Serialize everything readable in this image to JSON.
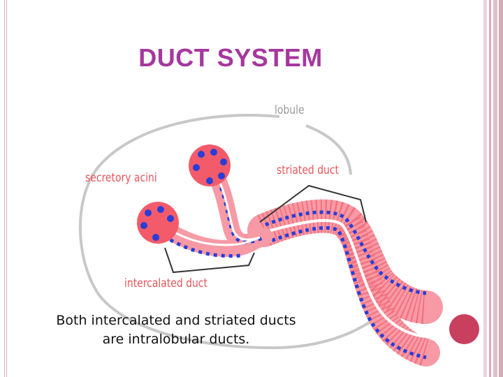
{
  "slide": {
    "title": "DUCT SYSTEM",
    "title_color": "#a6379e",
    "accent_color": "#c9405e",
    "frame_color": "#d8b0bd"
  },
  "diagram": {
    "labels": {
      "lobule": "lobule",
      "secretory_acini": "secretory acini",
      "striated_duct": "striated duct",
      "intercalated_duct": "intercalated duct"
    },
    "caption_line1": "Both intercalated and striated ducts",
    "caption_line2": "are intralobular ducts.",
    "colors": {
      "lobule_outline": "#c8c8c8",
      "duct_pink": "#f48c99",
      "acinus_red": "#f35b6a",
      "nuclei_blue": "#2a3dd6",
      "lumen": "#ffffff",
      "label_red": "#e8555a",
      "label_gray": "#9a9a9a",
      "bracket": "#333333"
    }
  }
}
